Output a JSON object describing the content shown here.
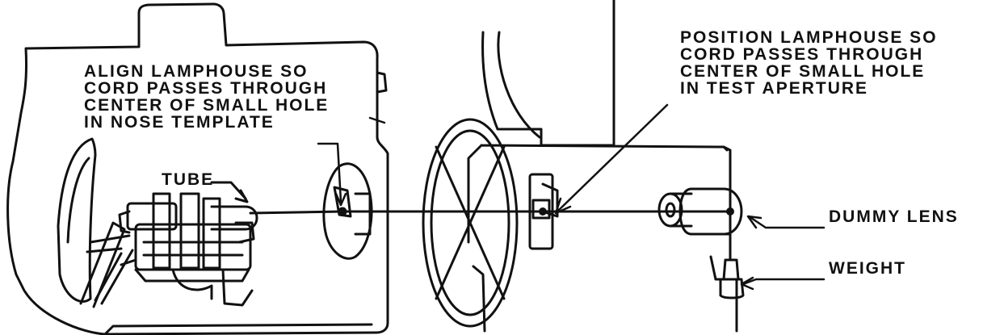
{
  "labels": {
    "align_lamphouse": [
      "ALIGN LAMPHOUSE SO",
      "CORD PASSES THROUGH",
      "CENTER OF SMALL HOLE",
      "IN NOSE TEMPLATE"
    ],
    "position_lamphouse": [
      "POSITION LAMPHOUSE SO",
      "CORD PASSES THROUGH",
      "CENTER OF SMALL HOLE",
      "IN TEST APERTURE"
    ],
    "tube": "TUBE",
    "dummy_lens": "DUMMY LENS",
    "weight": "WEIGHT"
  },
  "colors": {
    "ink": "#111111",
    "paper": "#ffffff"
  }
}
